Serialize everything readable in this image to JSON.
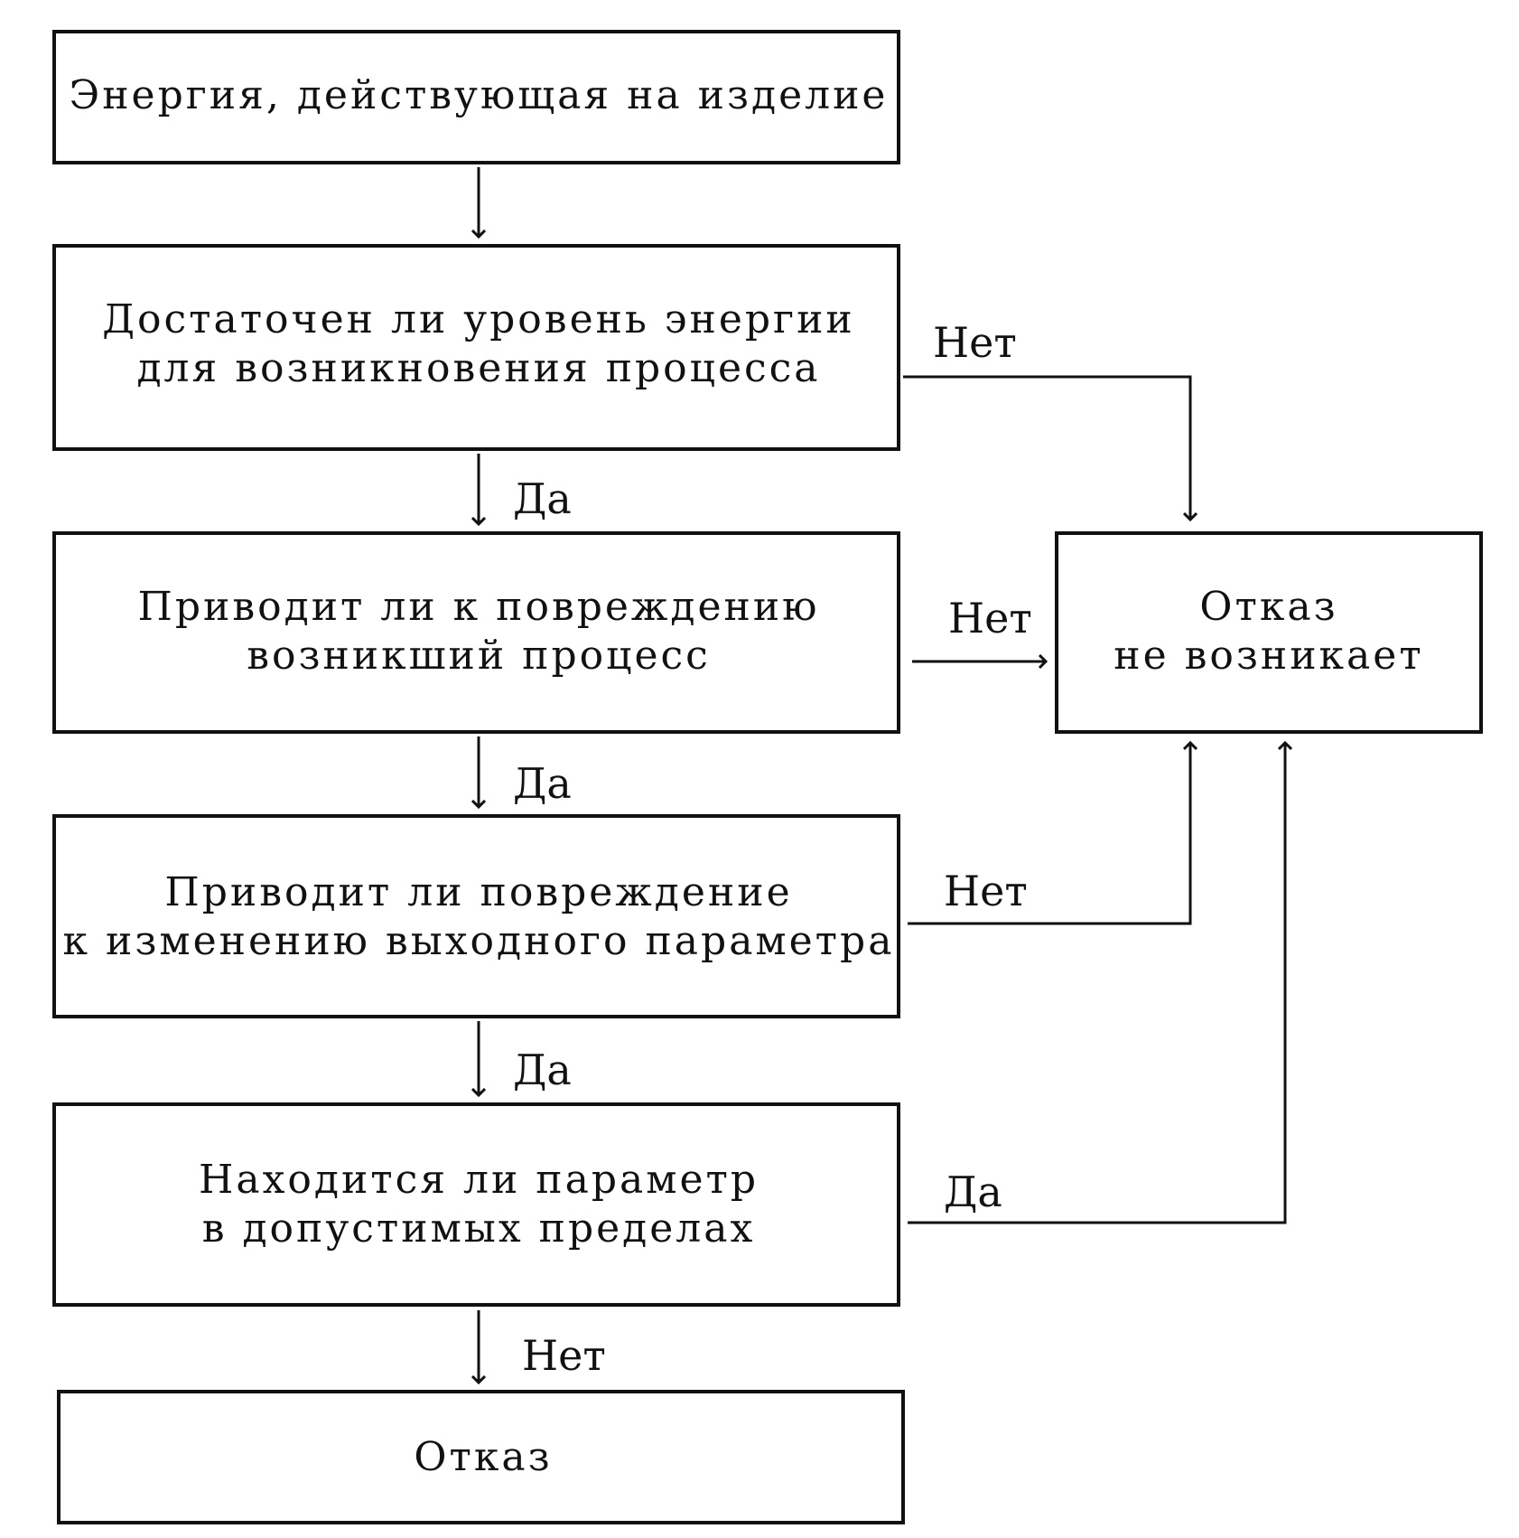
{
  "boxes": {
    "energy": [
      "Энергия,  действующая  на изделие"
    ],
    "sufficient": [
      "Достаточен  ли  уровень  энергии",
      "для  возникновения  процесса"
    ],
    "damage": [
      "Приводит  ли  к  повреждению",
      "возникший  процесс"
    ],
    "parameter_change": [
      "Приводит  ли  повреждение",
      "к  изменению  выходного  параметра"
    ],
    "within_limits": [
      "Находится  ли  параметр",
      "в  допустимых  пределах"
    ],
    "failure": [
      "Отказ"
    ],
    "no_failure": [
      "Отказ",
      "не  возникает"
    ]
  },
  "labels": {
    "yes1": "Да",
    "yes2": "Да",
    "yes3": "Да",
    "no_final": "Нет",
    "no_sufficient": "Нет",
    "no_damage": "Нет",
    "no_parameter": "Нет",
    "yes_limits": "Да"
  }
}
